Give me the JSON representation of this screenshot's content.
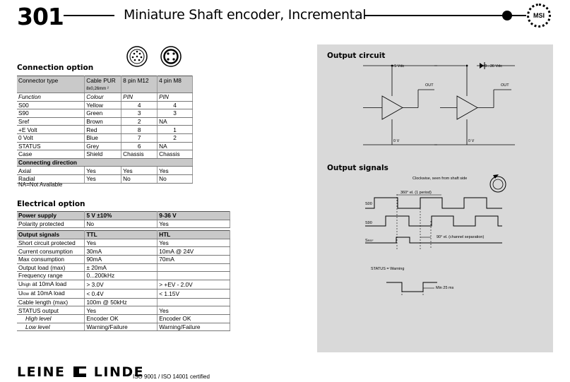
{
  "header": {
    "product_number": "301",
    "title": "Miniature Shaft encoder, Incremental",
    "badge": "MSI"
  },
  "connection": {
    "heading": "Connection option",
    "head_connector_type": "Connector type",
    "head_cable": "Cable PUR",
    "head_cable_sub": "8x0,26mm",
    "head_m12": "8 pin M12",
    "head_m8": "4 pin M8",
    "sub_function": "Function",
    "sub_colour": "Colour",
    "sub_pin12": "PIN",
    "sub_pin8": "PIN",
    "rows": [
      {
        "f": "S00",
        "c": "Yellow",
        "p12": "4",
        "p8": "4"
      },
      {
        "f": "S90",
        "c": "Green",
        "p12": "3",
        "p8": "3"
      },
      {
        "f": "Sref",
        "c": "Brown",
        "p12": "2",
        "p8": "NA"
      },
      {
        "f": "+E Volt",
        "c": "Red",
        "p12": "8",
        "p8": "1"
      },
      {
        "f": "0 Volt",
        "c": "Blue",
        "p12": "7",
        "p8": "2"
      },
      {
        "f": "STATUS",
        "c": "Grey",
        "p12": "6",
        "p8": "NA"
      },
      {
        "f": "Case",
        "c": "Shield",
        "p12": "Chassis",
        "p8": "Chassis"
      }
    ],
    "direction_heading": "Connecting direction",
    "direction_rows": [
      {
        "f": "Axial",
        "c": "Yes",
        "p12": "Yes",
        "p8": "Yes"
      },
      {
        "f": "Radial",
        "c": "Yes",
        "p12": "No",
        "p8": "No"
      }
    ],
    "note": "NA=Not Available"
  },
  "electrical": {
    "heading": "Electrical option",
    "power_label": "Power supply",
    "power_5v": "5 V ±10%",
    "power_936": "9-36 V",
    "polarity": {
      "label": "Polarity protected",
      "a": "No",
      "b": "Yes"
    },
    "signals_label": "Output signals",
    "ttl": "TTL",
    "htl": "HTL",
    "rows": [
      {
        "label": "Short circuit protected",
        "a": "Yes",
        "b": "Yes"
      },
      {
        "label": "Current consumption",
        "a": "30mA",
        "b": "10mA @ 24V"
      },
      {
        "label": "Max consumption",
        "a": "90mA",
        "b": "70mA"
      },
      {
        "label": "Output load (max)",
        "a": "± 20mA",
        "b": ""
      },
      {
        "label": "Frequency range",
        "a": "0...200kHz",
        "b": ""
      }
    ],
    "u_high": {
      "label": "U",
      "sub": "high",
      "rest": " at 10mA load",
      "a": "> 3.0V",
      "b": "> +EV - 2.0V"
    },
    "u_low": {
      "label": "U",
      "sub": "low",
      "rest": " at 10mA load",
      "a": "< 0.4V",
      "b": "< 1.15V"
    },
    "cable_length": {
      "label": "Cable length (max)",
      "a": "100m @ 50kHz",
      "b": ""
    },
    "status_output": {
      "label": "STATUS output",
      "a": "Yes",
      "b": "Yes"
    },
    "high_level": {
      "label": "High level",
      "a": "Encoder OK",
      "b": "Encoder OK"
    },
    "low_level": {
      "label": "Low level",
      "a": "Warning/Failure",
      "b": "Warning/Failure"
    }
  },
  "panel": {
    "circuit_heading": "Output circuit",
    "supply_5": "+5 Vdc",
    "supply_936": "+9...36 Vdc",
    "out_a": "OUT",
    "out_b": "OUT",
    "zero_a": "0 V",
    "zero_b": "0 V",
    "signals_heading": "Output signals",
    "clockwise": "Clockwise, seen from shaft side",
    "period": "360° el. (1 period)",
    "s00": "S00",
    "s90": "S90",
    "sref": "S",
    "sref_sub": "REF",
    "separation": "90° el. (channel separation)",
    "status_warning": "STATUS = Warning",
    "min25": "Min 25 ms"
  },
  "footer": {
    "logo": "LEINE LINDE",
    "cert": "ISO 9001 / ISO 14001 certified"
  }
}
